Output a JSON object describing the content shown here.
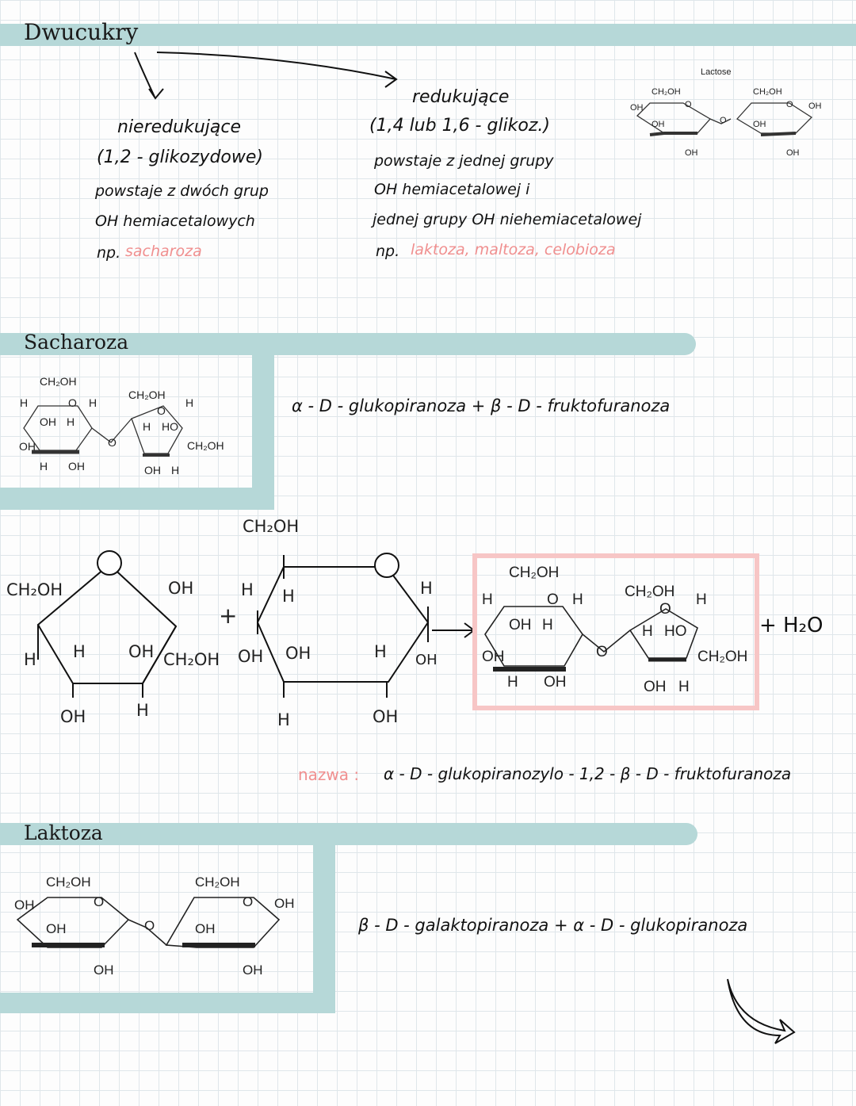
{
  "title": "Dwucukry",
  "types": {
    "nonreducing": {
      "label": "nieredukujące",
      "bond": "(1,2 - glikozydowe)",
      "desc1": "powstaje z dwóch grup",
      "desc2": "OH hemiacetalowych",
      "example_prefix": "np.",
      "examples": "sacharoza"
    },
    "reducing": {
      "label": "redukujące",
      "bond": "(1,4 lub 1,6 - glikoz.)",
      "desc1": "powstaje z jednej grupy",
      "desc2": "OH hemiacetalowej i",
      "desc3": "jednej grupy OH niehemiacetalowej",
      "example_prefix": "np.",
      "examples": "laktoza, maltoza, celobioza"
    }
  },
  "lactose_small": {
    "caption": "Lactose",
    "labels": [
      "CH₂OH",
      "OH",
      "OH",
      "O",
      "OH",
      "O",
      "CH₂OH",
      "O",
      "OH",
      "OH",
      "OH"
    ]
  },
  "sucrose": {
    "heading": "Sacharoza",
    "components": "α - D - glukopiranoza + β - D - fruktofuranoza",
    "small_labels": [
      "CH₂OH",
      "H",
      "O",
      "H",
      "OH",
      "H",
      "OH",
      "H",
      "OH",
      "O",
      "CH₂OH",
      "H",
      "O",
      "H",
      "HO",
      "CH₂OH",
      "OH",
      "H"
    ],
    "reaction_left": [
      "CH₂OH",
      "OH",
      "H",
      "H",
      "OH",
      "CH₂OH",
      "OH",
      "H"
    ],
    "reaction_right": [
      "CH₂OH",
      "H",
      "H",
      "+",
      "H",
      "OH",
      "OH",
      "H",
      "OH",
      "H",
      "OH"
    ],
    "product_labels": [
      "CH₂OH",
      "H",
      "O",
      "H",
      "OH",
      "H",
      "OH",
      "H",
      "OH",
      "O",
      "CH₂OH",
      "H",
      "O",
      "H",
      "HO",
      "CH₂OH",
      "OH",
      "H"
    ],
    "water": "+ H₂O",
    "name_prefix": "nazwa :",
    "name": "α - D - glukopiranozylo - 1,2 - β - D - fruktofuranoza"
  },
  "lactose": {
    "heading": "Laktoza",
    "labels": [
      "CH₂OH",
      "OH",
      "O",
      "OH",
      "OH",
      "O",
      "CH₂OH",
      "O",
      "OH",
      "OH",
      "OH"
    ],
    "components": "β - D - galaktopiranoza + α - D - glukopiranoza"
  },
  "colors": {
    "band": "#b6d8d8",
    "highlight": "#f08f8f",
    "box": "#f7c6c6"
  }
}
